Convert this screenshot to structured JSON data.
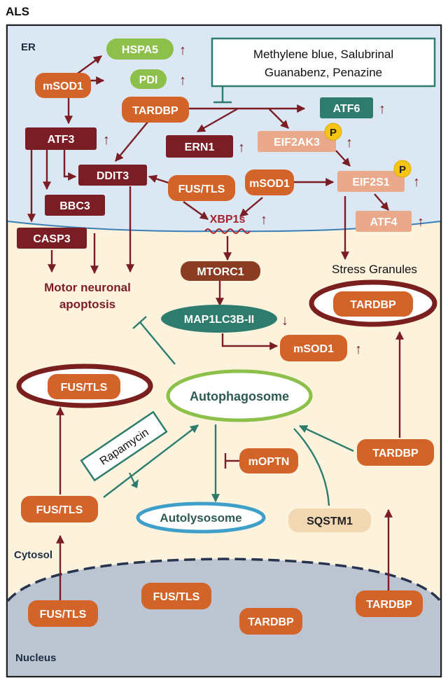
{
  "figure": {
    "title": "ALS",
    "compartments": {
      "er": "ER",
      "cytosol": "Cytosol",
      "nucleus": "Nucleus"
    }
  },
  "nodes": {
    "hspa5": "HSPA5",
    "pdi": "PDI",
    "msod1_er": "mSOD1",
    "tardbp_er": "TARDBP",
    "atf3": "ATF3",
    "ddit3": "DDIT3",
    "bbc3": "BBC3",
    "casp3": "CASP3",
    "atf6": "ATF6",
    "ern1": "ERN1",
    "eif2ak3": "EIF2AK3",
    "eif2s1": "EIF2S1",
    "atf4": "ATF4",
    "fus_er": "FUS/TLS",
    "msod1_mid": "mSOD1",
    "xbp1s": "XBP1s",
    "mtorc1": "MTORC1",
    "map1lc3b": "MAP1LC3B-II",
    "msod1_cyto": "mSOD1",
    "tardbp_sg": "TARDBP",
    "fus_aggregate": "FUS/TLS",
    "autophagosome": "Autophagosome",
    "rapamycin": "Rapamycin",
    "moptn": "mOPTN",
    "autolysosome": "Autolysosome",
    "sqstm1": "SQSTM1",
    "fus_cyto": "FUS/TLS",
    "tardbp_cyto": "TARDBP",
    "fus_nuc_left": "FUS/TLS",
    "fus_nuc_mid": "FUS/TLS",
    "tardbp_nuc_mid": "TARDBP",
    "tardbp_nuc_right": "TARDBP"
  },
  "labels": {
    "drugs_line1": "Methylene blue, Salubrinal",
    "drugs_line2": "Guanabenz, Penazine",
    "phospho": "P",
    "apoptosis_line1": "Motor neuronal",
    "apoptosis_line2": "apoptosis",
    "stress_granules": "Stress Granules",
    "up": "↑",
    "down": "↓"
  },
  "colors": {
    "er_bg": "#dbe7f3",
    "cytosol_bg": "#fdf3dc",
    "nucleus_bg": "#bcc4d2",
    "protein": "#d2642a",
    "dark_red": "#7b1d24",
    "salmon": "#e9a98a",
    "green_label": "#8dc04b",
    "teal": "#2e7c6e",
    "mtorc1": "#8a3d22",
    "aggregate_ring": "#7b1e1e",
    "autophagosome_ring": "#8dc04b",
    "autolysosome_ring": "#3ea0c8",
    "sqstm1": "#f2d8b2",
    "phospho_yellow": "#f6c514"
  }
}
